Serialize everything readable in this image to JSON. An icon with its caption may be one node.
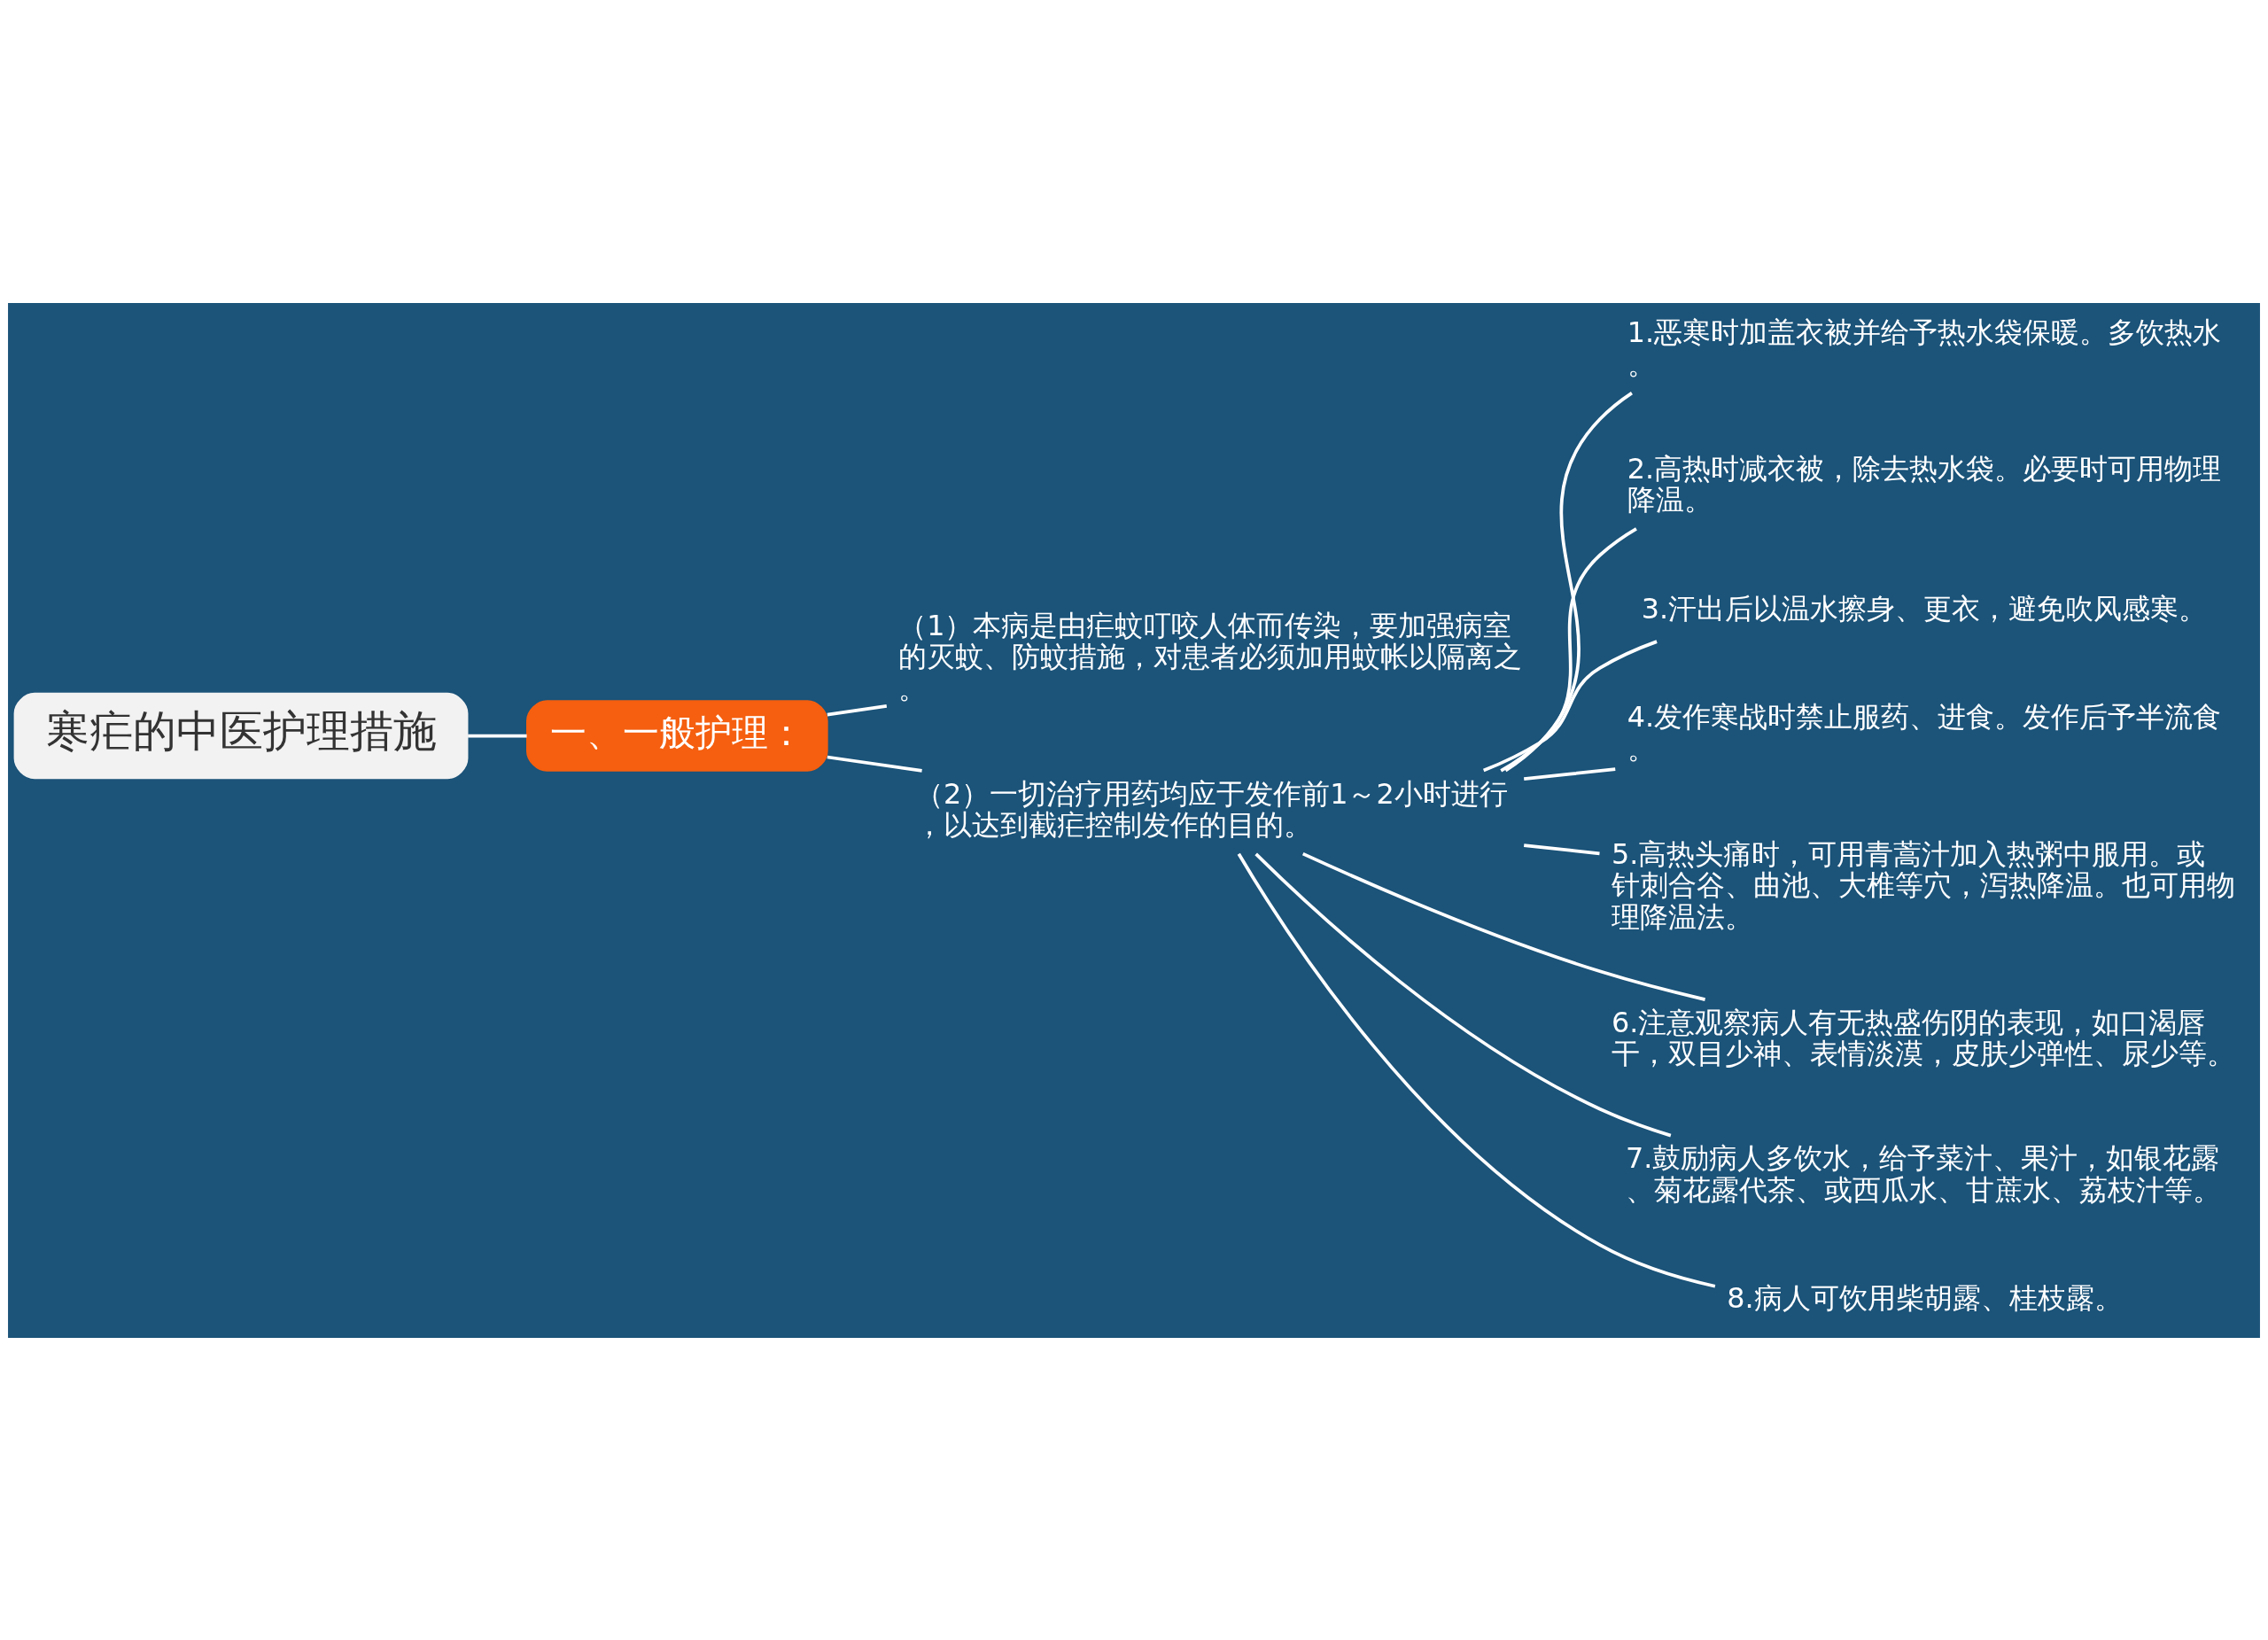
{
  "diagram": {
    "nodes": [
      {
        "text": [
          "寒疟的中医护理措施"
        ]
      },
      {
        "text": [
          "一、一般护理："
        ]
      },
      {
        "text": [
          "（1）本病是由疟蚊叮咬人体而传染，要加强病室的灭蚊、防蚊措施，对患者必须加用蚊帐以隔离之。"
        ]
      },
      {
        "text": [
          "（2）一切治疗用药均应于发作前1～2小时进行，以达到截疟控制发作的目的。"
        ]
      },
      {
        "text": [
          "1.恶寒时加盖衣被并给予热水袋保暖。多饮热水。"
        ]
      },
      {
        "text": [
          "2.高热时减衣被，除去热水袋。必要时可用物理降温。"
        ]
      },
      {
        "text": [
          "3.汗出后以温水擦身、更衣，避免吹风感寒。"
        ]
      },
      {
        "text": [
          "4.发作寒战时禁止服药、进食。发作后予半流食。"
        ]
      },
      {
        "text": [
          "5.高热头痛时，可用青蒿汁加入热粥中服用。或针刺合谷、曲池、大椎等穴，泻热降温。也可用物理降温法。"
        ]
      },
      {
        "text": [
          "6.注意观察病人有无热盛伤阴的表现，如口渴唇干，双目少神、表情淡漠，皮肤少弹性、尿少等。"
        ]
      },
      {
        "text": [
          "7.鼓励病人多饮水，给予菜汁、果汁，如银花露、菊花露代茶、或西瓜水、甘蔗水、荔枝汁等。"
        ]
      },
      {
        "text": [
          "8.病人可饮用柴胡露、桂枝露。"
        ]
      }
    ],
    "edges": [
      {
        "from": 0,
        "to": 1,
        "arrow": "none"
      },
      {
        "from": 1,
        "to": 2,
        "arrow": "none"
      },
      {
        "from": 1,
        "to": 3,
        "arrow": "none"
      },
      {
        "from": 3,
        "to": 4,
        "arrow": "none"
      },
      {
        "from": 3,
        "to": 5,
        "arrow": "none"
      },
      {
        "from": 3,
        "to": 6,
        "arrow": "none"
      },
      {
        "from": 3,
        "to": 7,
        "arrow": "none"
      },
      {
        "from": 3,
        "to": 8,
        "arrow": "none"
      },
      {
        "from": 3,
        "to": 9,
        "arrow": "none"
      },
      {
        "from": 3,
        "to": 10,
        "arrow": "none"
      },
      {
        "from": 3,
        "to": 11,
        "arrow": "none"
      }
    ]
  }
}
